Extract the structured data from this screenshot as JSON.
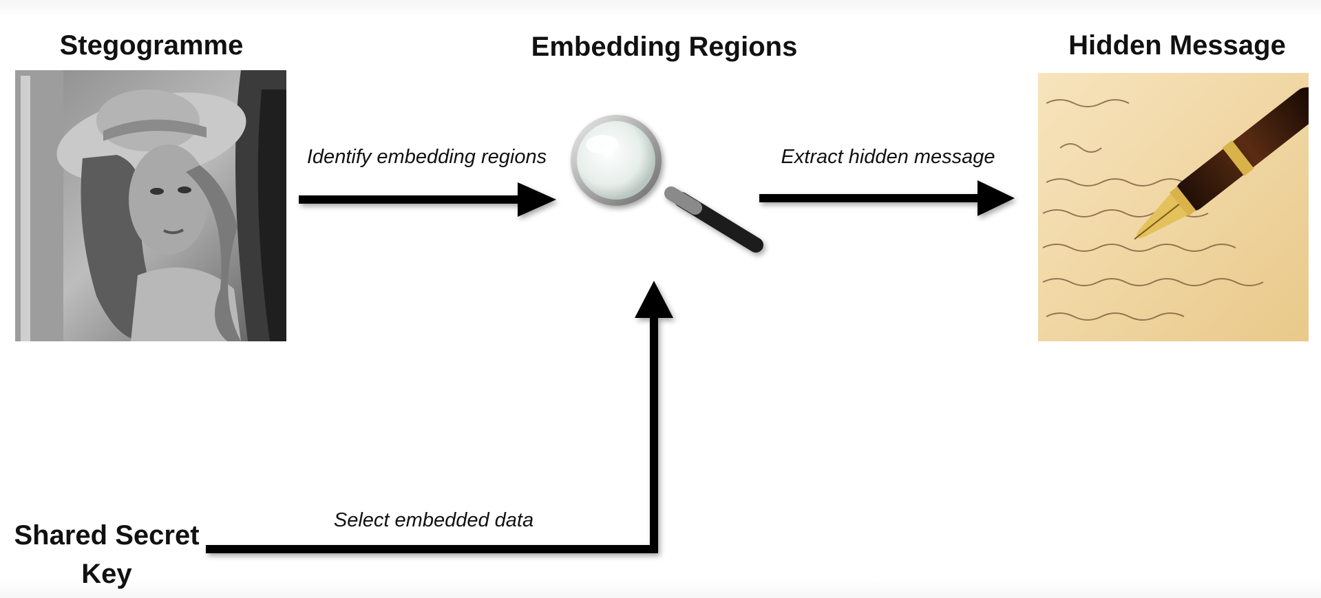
{
  "headings": {
    "stegogramme": "Stegogramme",
    "embedding_regions": "Embedding Regions",
    "hidden_message": "Hidden Message",
    "shared_secret_key": "Shared Secret Key"
  },
  "captions": {
    "identify": "Identify embedding regions",
    "extract": "Extract hidden message",
    "select": "Select embedded data"
  },
  "icons": {
    "stego_image": "grayscale-portrait-image",
    "search": "magnifying-glass-icon",
    "message": "handwritten-letter-with-fountain-pen-image"
  },
  "colors": {
    "arrow": "#000000",
    "paper": "#f3d9a6"
  }
}
